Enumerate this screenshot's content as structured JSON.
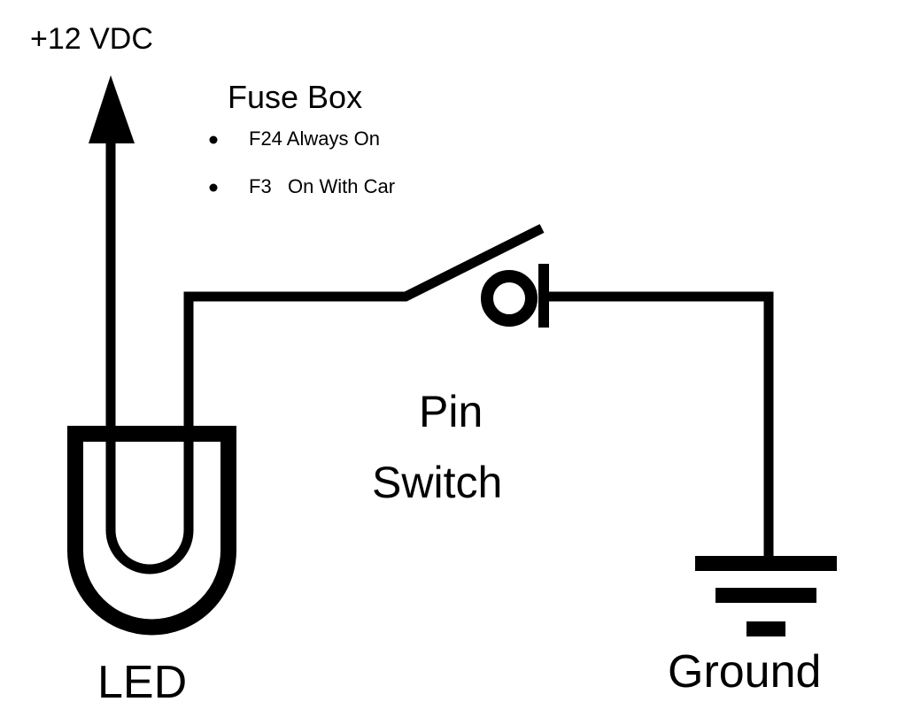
{
  "supply_label": "+12 VDC",
  "fuse_box": {
    "title": "Fuse Box",
    "items": [
      "F24 Always On",
      "F3   On With Car"
    ]
  },
  "switch_label": [
    "Pin",
    "Switch"
  ],
  "led_label": "LED",
  "ground_label": "Ground",
  "colors": {
    "line": "#000000",
    "background": "#ffffff"
  }
}
